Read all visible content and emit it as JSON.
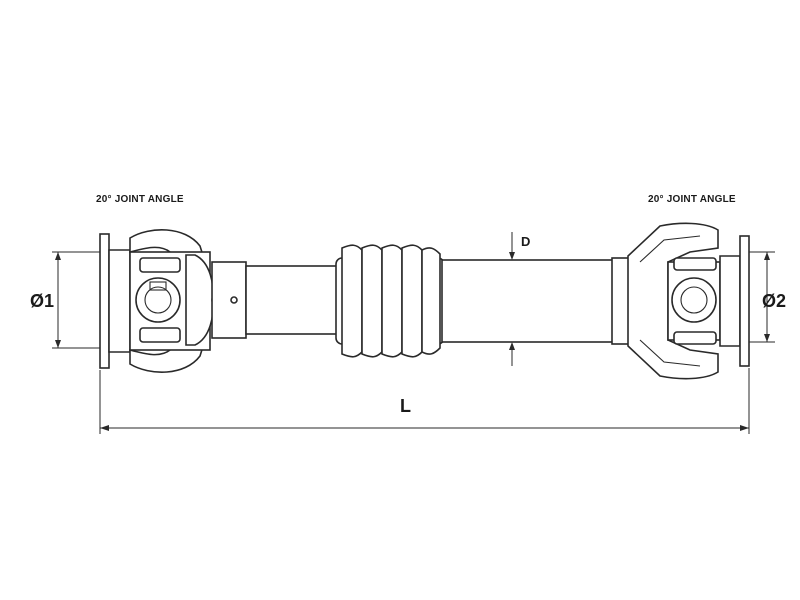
{
  "labels": {
    "joint_angle_left": "20° JOINT ANGLE",
    "joint_angle_right": "20° JOINT ANGLE",
    "diameter_1": "Ø1",
    "diameter_2": "Ø2",
    "length": "L",
    "tube_diameter": "D"
  },
  "colors": {
    "line": "#2a2a2a",
    "background": "#ffffff"
  }
}
